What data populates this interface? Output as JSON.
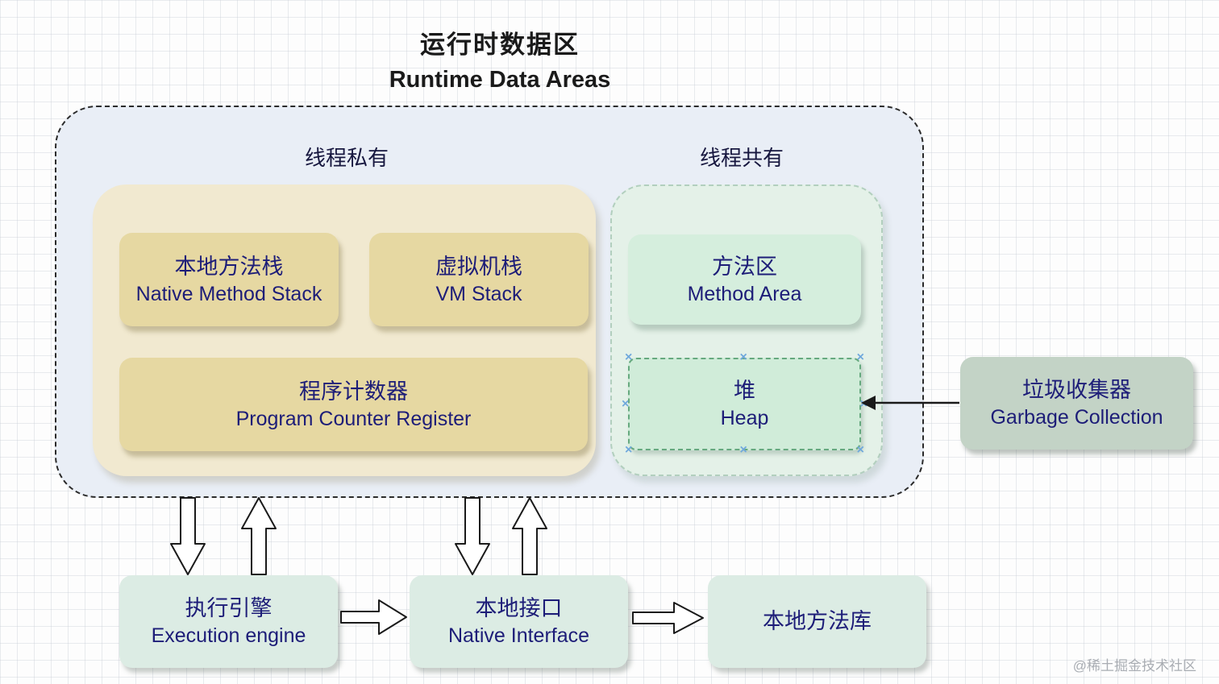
{
  "title": {
    "zh": "运行时数据区",
    "en": "Runtime Data Areas"
  },
  "runtime_area": {
    "thread_private_label": "线程私有",
    "thread_shared_label": "线程共有",
    "boxes": {
      "native_method_stack": {
        "zh": "本地方法栈",
        "en": "Native Method Stack"
      },
      "vm_stack": {
        "zh": "虚拟机栈",
        "en": "VM Stack"
      },
      "program_counter_register": {
        "zh": "程序计数器",
        "en": "Program Counter Register"
      },
      "method_area": {
        "zh": "方法区",
        "en": "Method Area"
      },
      "heap": {
        "zh": "堆",
        "en": "Heap"
      }
    }
  },
  "garbage_collection": {
    "zh": "垃圾收集器",
    "en": "Garbage Collection"
  },
  "bottom_row": {
    "execution_engine": {
      "zh": "执行引擎",
      "en": "Execution engine"
    },
    "native_interface": {
      "zh": "本地接口",
      "en": "Native Interface"
    },
    "native_method_library": {
      "zh": "本地方法库"
    }
  },
  "watermark": "@稀土掘金技术社区",
  "icons": {
    "selection_handle": "×"
  },
  "colors": {
    "runtime_area_bg": "#e9eef6",
    "thread_private_group_bg": "#f1e9d0",
    "thread_private_box_bg": "#e6d8a2",
    "thread_shared_group_bg": "#e4f1e8",
    "thread_shared_box_bg": "#d5eedd",
    "heap_box_bg": "#d0ecd9",
    "heap_border": "#66a97f",
    "garbage_collection_box_bg": "#c3d3c6",
    "bottom_box_bg": "#dcece4",
    "text_navy": "#1d1d78",
    "selection_handle_blue": "#6fa8dc"
  }
}
